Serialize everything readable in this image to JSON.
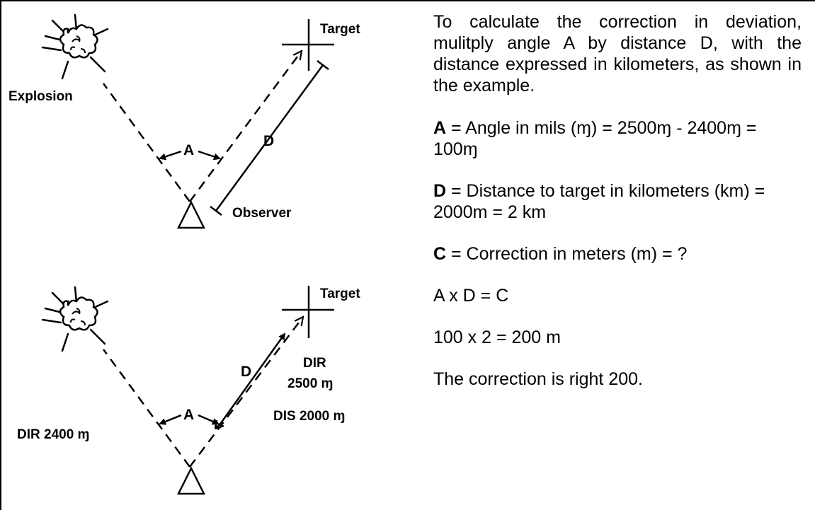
{
  "top_diagram": {
    "explosion_label": "Explosion",
    "target_label": "Target",
    "angle_label": "A",
    "distance_label": "D",
    "observer_label": "Observer"
  },
  "bottom_diagram": {
    "target_label": "Target",
    "angle_label": "A",
    "distance_label": "D",
    "dir_target_line1": "DIR",
    "dir_target_line2": "2500 ɱ",
    "dis_label": "DIS 2000 ɱ",
    "dir_explosion_label": "DIR 2400 ɱ"
  },
  "explanation": {
    "intro": "To calculate the correction in deviation, mulitply angle A by distance D, with the distance expressed in kilometers, as shown in the example.",
    "a_letter": "A",
    "a_text": " = Angle in mils (ɱ) = 2500ɱ - 2400ɱ = 100ɱ",
    "d_letter": "D",
    "d_text": " = Distance to target in kilometers (km) = 2000m = 2 km",
    "c_letter": "C",
    "c_text": " = Correction in meters (m) = ?",
    "formula": "A x D = C",
    "calculation": "100 x 2 = 200 m",
    "conclusion": "The correction is right 200."
  }
}
